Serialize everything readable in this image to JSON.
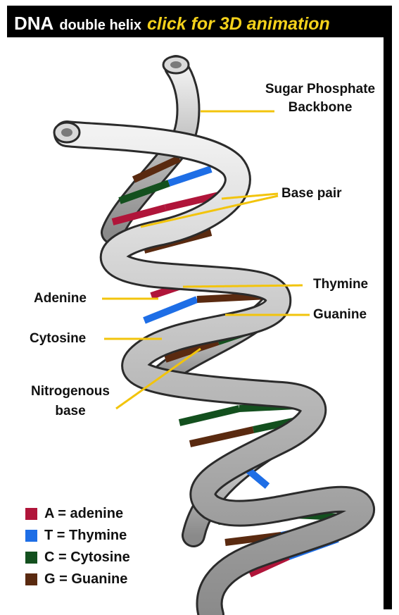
{
  "header": {
    "title": "DNA",
    "subtitle": "double helix",
    "link": "click for 3D animation"
  },
  "labels": {
    "backbone_line1": "Sugar Phosphate",
    "backbone_line2": "Backbone",
    "base_pair": "Base pair",
    "thymine": "Thymine",
    "adenine": "Adenine",
    "guanine": "Guanine",
    "cytosine": "Cytosine",
    "nitro_line1": "Nitrogenous",
    "nitro_line2": "base"
  },
  "legend": [
    {
      "text": "A = adenine",
      "color": "#b0153a"
    },
    {
      "text": "T = Thymine",
      "color": "#1e6ee6"
    },
    {
      "text": "C = Cytosine",
      "color": "#13501e"
    },
    {
      "text": "G = Guanine",
      "color": "#5a2a10"
    }
  ],
  "colors": {
    "header_bg": "#000000",
    "link": "#f5d21b",
    "leader_line": "#f2c40c",
    "backbone_fill": "#bdbdbd",
    "backbone_outline": "#2b2b2b"
  }
}
